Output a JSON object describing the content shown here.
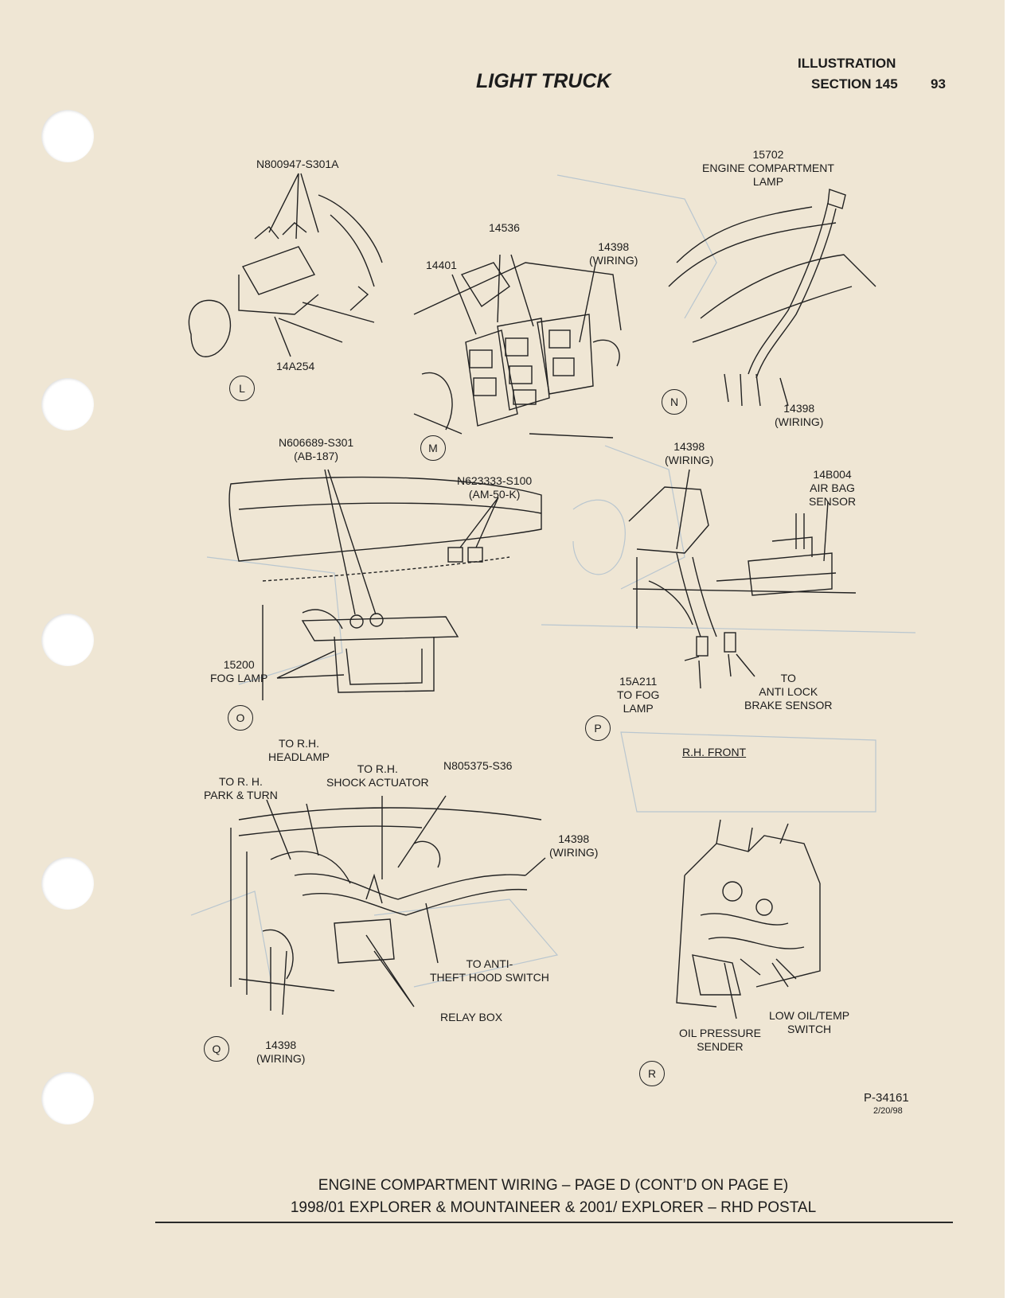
{
  "header": {
    "title": "LIGHT TRUCK",
    "illustration_label": "ILLUSTRATION",
    "section": "SECTION 145",
    "page_number": "93"
  },
  "panels": {
    "L": {
      "id": "L",
      "labels": {
        "fastener": "N800947-S301A",
        "part": "14A254"
      }
    },
    "M": {
      "id": "M",
      "labels": {
        "part_14536": "14536",
        "part_14401": "14401",
        "wiring_num": "14398",
        "wiring_text": "(WIRING)"
      }
    },
    "N": {
      "id": "N",
      "labels": {
        "lamp_num": "15702",
        "lamp_name_1": "ENGINE COMPARTMENT",
        "lamp_name_2": "LAMP",
        "wiring_num": "14398",
        "wiring_text": "(WIRING)"
      }
    },
    "O": {
      "id": "O",
      "labels": {
        "fastener_1": "N606689-S301",
        "fastener_1_ref": "(AB-187)",
        "fastener_2": "N623333-S100",
        "fastener_2_ref": "(AM-50-K)",
        "fog_num": "15200",
        "fog_name": "FOG LAMP"
      }
    },
    "P": {
      "id": "P",
      "labels": {
        "wiring_num": "14398",
        "wiring_text": "(WIRING)",
        "sensor_num": "14B004",
        "sensor_name_1": "AIR BAG",
        "sensor_name_2": "SENSOR",
        "fog_num": "15A211",
        "fog_to_1": "TO FOG",
        "fog_to_2": "LAMP",
        "abs_to": "TO",
        "abs_1": "ANTI LOCK",
        "abs_2": "BRAKE SENSOR",
        "caption": "R.H. FRONT"
      }
    },
    "Q": {
      "id": "Q",
      "labels": {
        "headlamp_1": "TO R.H.",
        "headlamp_2": "HEADLAMP",
        "park_1": "TO R. H.",
        "park_2": "PARK & TURN",
        "shock_1": "TO R.H.",
        "shock_2": "SHOCK ACTUATOR",
        "fastener": "N805375-S36",
        "wiring_num": "14398",
        "wiring_text": "(WIRING)",
        "hood_1": "TO ANTI-",
        "hood_2": "THEFT HOOD SWITCH",
        "relay": "RELAY BOX",
        "wiring2_num": "14398",
        "wiring2_text": "(WIRING)"
      }
    },
    "R": {
      "id": "R",
      "labels": {
        "oil_1": "OIL PRESSURE",
        "oil_2": "SENDER",
        "low_1": "LOW OIL/TEMP",
        "low_2": "SWITCH"
      }
    }
  },
  "figure": {
    "number": "P-34161",
    "date": "2/20/98"
  },
  "footer": {
    "line1": "ENGINE COMPARTMENT WIRING – PAGE D (CONT’D ON PAGE E)",
    "line2": "1998/01 EXPLORER & MOUNTAINEER & 2001/ EXPLORER – RHD POSTAL"
  },
  "colors": {
    "paper": "#efe6d4",
    "ink": "#1c1c1c",
    "ghost": "#b9c6cf"
  }
}
